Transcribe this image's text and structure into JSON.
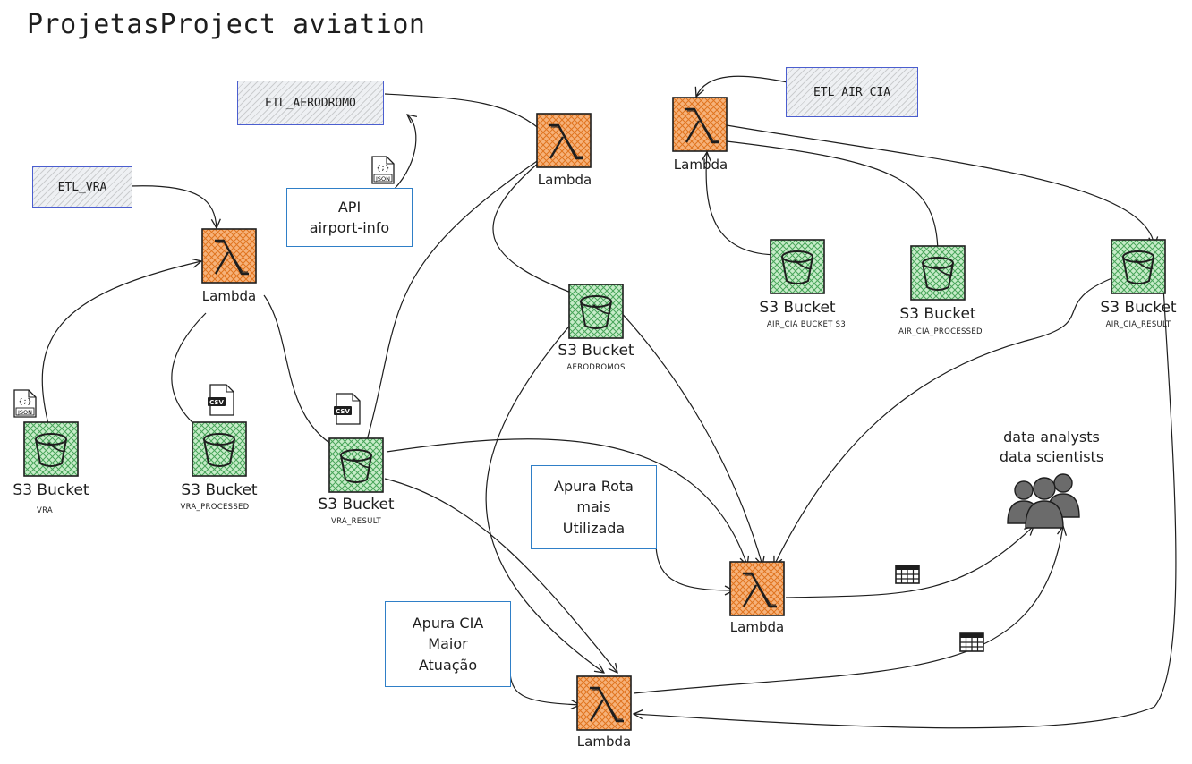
{
  "title": "ProjetasProject aviation",
  "etl": {
    "aerodromo": "ETL_AERODROMO",
    "vra": "ETL_VRA",
    "air_cia": "ETL_AIR_CIA"
  },
  "api_box": {
    "line1": "API",
    "line2": "airport-info"
  },
  "rota_box": {
    "line1": "Apura Rota",
    "line2": "mais",
    "line3": "Utilizada"
  },
  "cia_box": {
    "line1": "Apura CIA",
    "line2": "Maior",
    "line3": "Atuação"
  },
  "lambda_label": "Lambda",
  "bucket_label": "S3 Bucket",
  "bucket_names": {
    "vra": "VRA",
    "vra_processed": "VRA_PROCESSED",
    "vra_result": "VRA_RESULT",
    "aerodromos": "AERODROMOS",
    "air_cia": "AIR_CIA BUCKET S3",
    "air_cia_processed": "AIR_CIA_PROCESSED",
    "air_cia_result": "AIR_CIA_RESULT"
  },
  "file_badges": {
    "json": "JSON",
    "csv": "CSV",
    "json_symbol": "{;}"
  },
  "people": {
    "line1": "data analysts",
    "line2": "data scientists"
  },
  "colors": {
    "lambda_fill": "#f29c55",
    "lambda_hatch": "#e07a2c",
    "bucket_fill": "#b9e6c0",
    "bucket_hatch": "#4aa35c",
    "etl_border": "#4b5ecf",
    "textbox_border": "#2f7fc7",
    "people_fill": "#6d6d6d"
  }
}
